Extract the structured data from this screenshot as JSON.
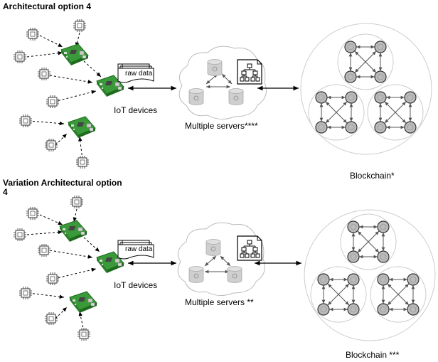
{
  "section1": {
    "title": "Architectural option 4",
    "iot_label": "IoT devices",
    "raw_data": "raw data",
    "servers_label": "Multiple servers****",
    "blockchain_label": "Blockchain*"
  },
  "section2": {
    "title_line1": "Variation Architectural option",
    "title_line2": "4",
    "iot_label": "IoT devices",
    "raw_data": "raw data",
    "servers_label": "Multiple servers **",
    "blockchain_label": "Blockchain ***"
  },
  "colors": {
    "board": "#3a9a3a",
    "board_dark": "#1e6b1e",
    "chip": "#555555",
    "server": "#cccccc",
    "cloud_stroke": "#bbbbbb",
    "circle_stroke": "#cccccc",
    "node_fill": "#bbbbbb",
    "node_stroke": "#333333"
  },
  "icons": [
    "microchip-icon",
    "raspberry-pi-board-icon",
    "document-stack-icon",
    "database-server-icon",
    "network-hierarchy-icon",
    "cloud-shape",
    "blockchain-node-icon"
  ]
}
